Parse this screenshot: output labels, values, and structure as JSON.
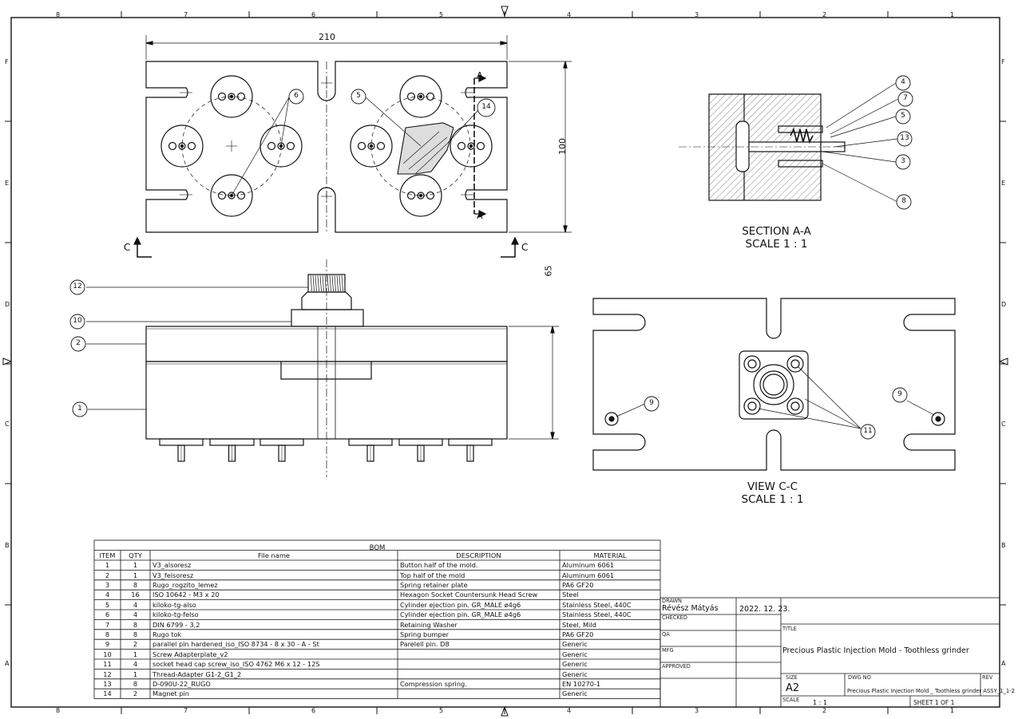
{
  "sheet": {
    "col_labels": [
      "8",
      "7",
      "6",
      "5",
      "4",
      "3",
      "2",
      "1"
    ],
    "row_labels": [
      "F",
      "E",
      "D",
      "C",
      "B",
      "A"
    ]
  },
  "dimensions": {
    "width_top": "210",
    "height_top": "100",
    "height_side": "65"
  },
  "section_markers": {
    "a": "A",
    "c": "C"
  },
  "views": {
    "section_title": "SECTION A-A",
    "section_scale": "SCALE 1 : 1",
    "view_title": "VIEW C-C",
    "view_scale": "SCALE 1 : 1"
  },
  "balloons": {
    "top": [
      "6",
      "5",
      "14"
    ],
    "section": [
      "4",
      "7",
      "5",
      "13",
      "3",
      "8"
    ],
    "side": [
      "12",
      "10",
      "2",
      "1"
    ],
    "viewc": [
      "9",
      "9",
      "11"
    ]
  },
  "bom": {
    "title": "BOM",
    "headers": [
      "ITEM",
      "QTY",
      "File name",
      "DESCRIPTION",
      "MATERIAL"
    ],
    "rows": [
      [
        "1",
        "1",
        "V3_alsoresz",
        "Button half of the mold.",
        "Aluminum 6061"
      ],
      [
        "2",
        "1",
        "V3_felsoresz",
        "Top half of the mold",
        "Aluminum 6061"
      ],
      [
        "3",
        "8",
        "Rugo_rogzito_lemez",
        "Spring retainer plate",
        "PA6 GF20"
      ],
      [
        "4",
        "16",
        "ISO 10642 - M3 x 20",
        "Hexagon Socket Countersunk Head Screw",
        "Steel"
      ],
      [
        "5",
        "4",
        "kiloko-tg-also",
        "Cylinder ejection pin. GR_MALE ø4g6",
        "Stainless Steel, 440C"
      ],
      [
        "6",
        "4",
        "kiloko-tg-felso",
        "Cylinder ejection pin. GR_MALE ø4g6",
        "Stainless Steel, 440C"
      ],
      [
        "7",
        "8",
        "DIN 6799 - 3,2",
        "Retaining Washer",
        "Steel, Mild"
      ],
      [
        "8",
        "8",
        "Rugo tok",
        "Spring bumper",
        "PA6 GF20"
      ],
      [
        "9",
        "2",
        "parallel pin hardened_iso_ISO 8734 - 8 x 30 - A - St",
        "Parelell pin. D8",
        "Generic"
      ],
      [
        "10",
        "1",
        "Screw Adapterplate_v2",
        "",
        "Generic"
      ],
      [
        "11",
        "4",
        "socket head cap screw_iso_ISO 4762 M6 x 12 - 12S",
        "",
        "Generic"
      ],
      [
        "12",
        "1",
        "Thread-Adapter G1-2_G1_2",
        "",
        "Generic"
      ],
      [
        "13",
        "8",
        "D-090U-22_RUGO",
        "Compression spring.",
        "EN 10270-1"
      ],
      [
        "14",
        "2",
        "Magnet pin",
        "",
        "Generic"
      ]
    ]
  },
  "title_block": {
    "drawn_label": "DRAWN",
    "drawn_by": "Révész Mátyás",
    "drawn_date": "2022. 12. 23.",
    "checked_label": "CHECKED",
    "qa_label": "QA",
    "mfg_label": "MFG",
    "approved_label": "APPROVED",
    "title_label": "TITLE",
    "title": "Precious Plastic Injection Mold - Toothless grinder",
    "size_label": "SIZE",
    "size": "A2",
    "dwg_label": "DWG NO",
    "dwg_no": "Precious Plastic Injection Mold _ Toothless grinder ASSY_1_1-2",
    "rev_label": "REV",
    "scale_label": "SCALE",
    "scale": "1 : 1",
    "sheet": "SHEET 1 OF 1"
  }
}
